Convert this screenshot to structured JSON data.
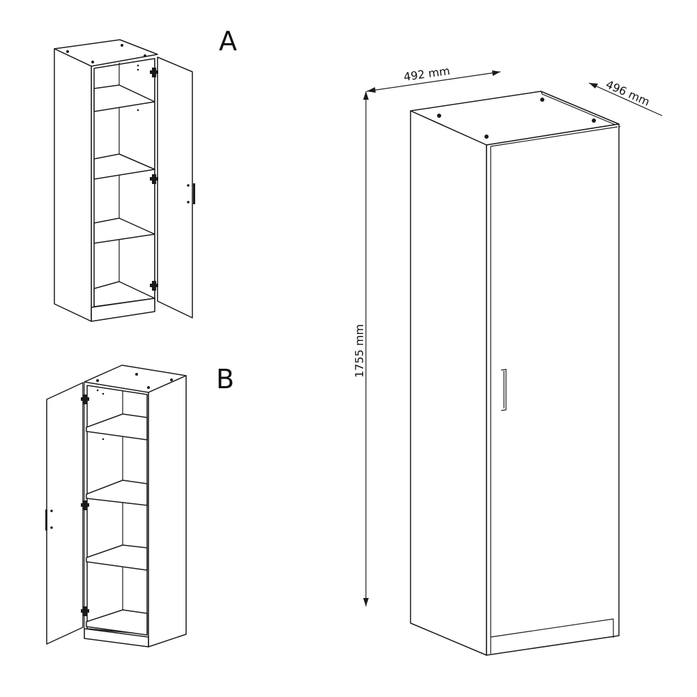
{
  "variants": [
    {
      "label": "A"
    },
    {
      "label": "B"
    }
  ],
  "dimensions": {
    "width": "492 mm",
    "depth": "496 mm",
    "height": "1755 mm"
  }
}
